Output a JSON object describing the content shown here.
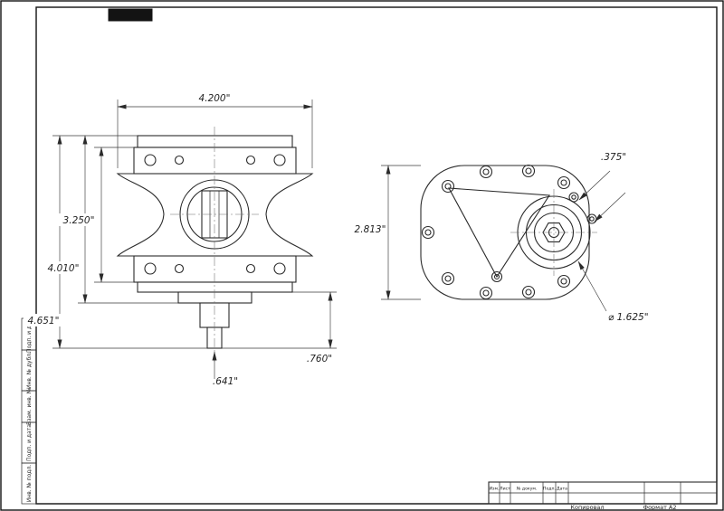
{
  "sheet": {
    "strips": [
      "Подп. и дата",
      "Инв. № дубл.",
      "Взам. инв. №",
      "Подп. и дата",
      "Инв. № подл."
    ],
    "stamp": {
      "izm": "Изм.",
      "list": "Лист",
      "docnum": "№ докум.",
      "podp": "Подп.",
      "date": "Дата"
    },
    "footer": {
      "copied": "Копировал",
      "format": "Формат А2"
    }
  },
  "side_view": {
    "dim_width": "4.200\"",
    "dim_flange_height": "3.250\"",
    "dim_body_height": "4.010\"",
    "dim_overall_height": "4.651\"",
    "dim_shaft_tip": ".641\"",
    "dim_shaft_length": ".760\""
  },
  "front_view": {
    "dim_height": "2.813\"",
    "dim_bolt_spacing": ".375\"",
    "dim_boss_diameter": "⌀ 1.625\""
  }
}
